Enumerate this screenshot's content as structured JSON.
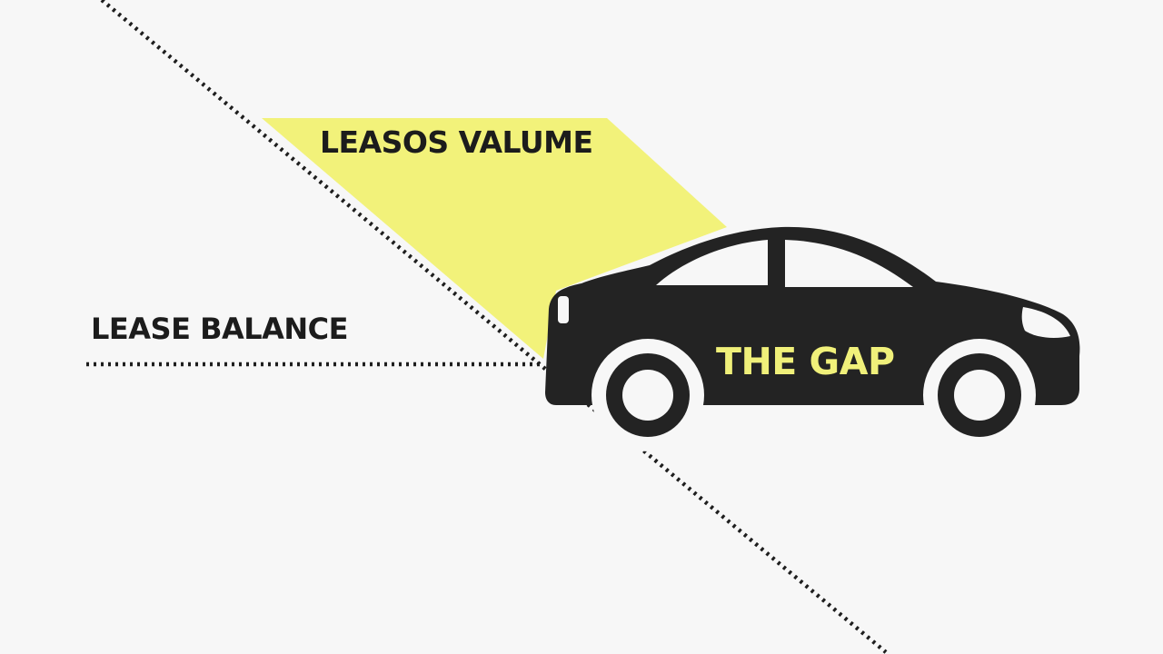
{
  "labels": {
    "top_value": "LEASOS VALUME",
    "balance": "LEASE BALANCE",
    "gap": "THE GAP"
  },
  "colors": {
    "background": "#f7f7f7",
    "highlight": "#f2f27a",
    "car": "#232323",
    "gap_text": "#f0f07a",
    "dotted_line": "#1e1e1e",
    "label_text": "#1c1c1c",
    "window": "#f7f7f7"
  },
  "icons": {
    "car": "car-icon"
  }
}
